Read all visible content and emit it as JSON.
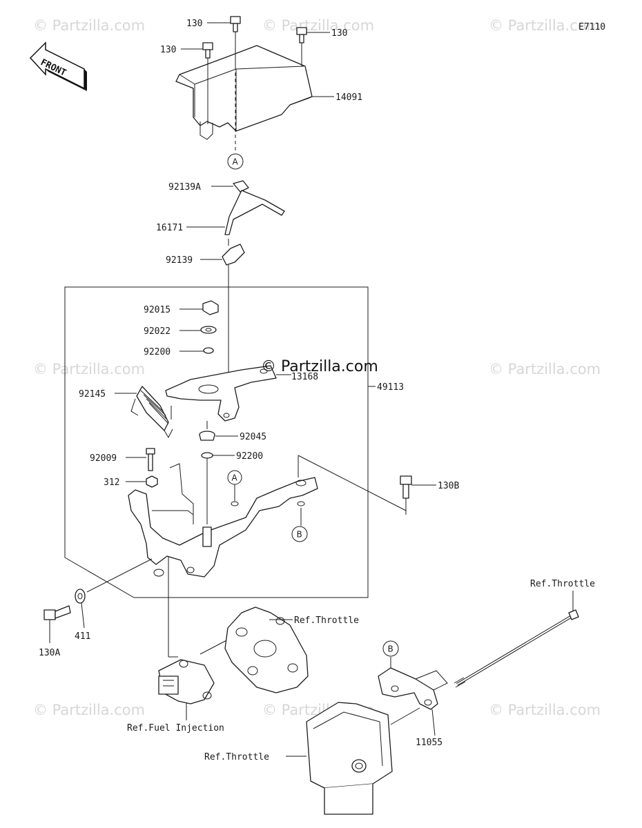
{
  "diagram_code": "E7110",
  "watermark": "© Partzilla.com",
  "front_label": "FRONT",
  "labels": {
    "p130_top": "130",
    "p130_right": "130",
    "p130_left": "130",
    "p14091": "14091",
    "p92139a": "92139A",
    "p16171": "16171",
    "p92139": "92139",
    "p92015": "92015",
    "p92022": "92022",
    "p92200_top": "92200",
    "p13168": "13168",
    "p49113": "49113",
    "p92145": "92145",
    "p92045": "92045",
    "p92009": "92009",
    "p92200_bottom": "92200",
    "p312": "312",
    "p130b": "130B",
    "p130a": "130A",
    "p411": "411",
    "ref_throttle_top": "Ref.Throttle",
    "ref_throttle_mid": "Ref.Throttle",
    "ref_throttle_bottom": "Ref.Throttle",
    "ref_fuel_injection": "Ref.Fuel Injection",
    "p11055": "11055"
  },
  "callouts": {
    "a_top": "A",
    "a_mid": "A",
    "b_mid": "B",
    "b_bottom": "B"
  }
}
